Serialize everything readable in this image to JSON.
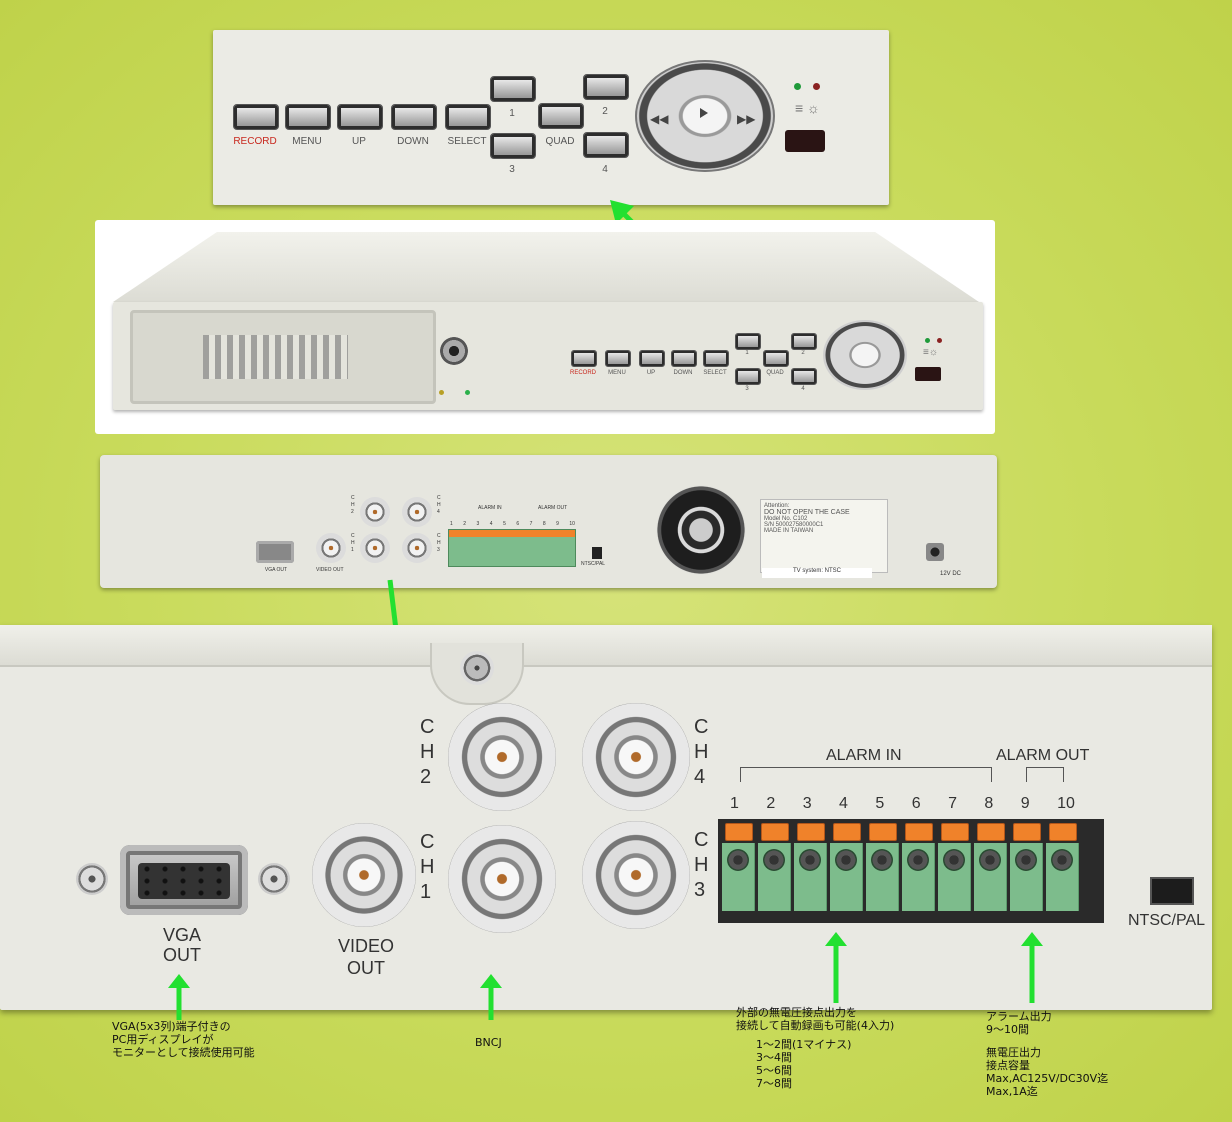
{
  "front_panel": {
    "buttons": [
      "RECORD",
      "MENU",
      "UP",
      "DOWN",
      "SELECT",
      "QUAD"
    ],
    "channel_numbers": [
      "1",
      "2",
      "3",
      "4"
    ]
  },
  "angled_view": {
    "buttons": [
      "RECORD",
      "MENU",
      "UP",
      "DOWN",
      "SELECT",
      "QUAD"
    ],
    "channel_numbers": [
      "1",
      "2",
      "3",
      "4"
    ]
  },
  "rear_panel": {
    "ch_labels": [
      [
        "C",
        "H",
        "2"
      ],
      [
        "C",
        "H",
        "4"
      ],
      [
        "C",
        "H",
        "1"
      ],
      [
        "C",
        "H",
        "3"
      ]
    ],
    "alarm_in": "ALARM IN",
    "alarm_out": "ALARM OUT",
    "terminal_numbers": [
      "1",
      "2",
      "3",
      "4",
      "5",
      "6",
      "7",
      "8",
      "9",
      "10"
    ],
    "vga_label": "VGA OUT",
    "video_label": "VIDEO OUT",
    "ntsc_label": "NTSC/PAL",
    "sticker_attention": "Attention:",
    "sticker_title": "DO NOT OPEN THE CASE",
    "sticker_model": "Model No. C102",
    "sticker_serial": "S/N 500027580000C1",
    "sticker_made": "MADE IN TAIWAN",
    "tv_system": "TV system: NTSC",
    "power_label": "12V DC"
  },
  "closeup": {
    "ch_labels": {
      "ch2": [
        "C",
        "H",
        "2"
      ],
      "ch4": [
        "C",
        "H",
        "4"
      ],
      "ch1": [
        "C",
        "H",
        "1"
      ],
      "ch3": [
        "C",
        "H",
        "3"
      ]
    },
    "alarm_in": "ALARM IN",
    "alarm_out": "ALARM OUT",
    "terminal_numbers": [
      "1",
      "2",
      "3",
      "4",
      "5",
      "6",
      "7",
      "8",
      "9",
      "10"
    ],
    "vga": [
      "VGA",
      "OUT"
    ],
    "video": [
      "VIDEO",
      "OUT"
    ],
    "ntsc": "NTSC/PAL"
  },
  "annotations": {
    "vga": [
      "VGA(5x3列)端子付きの",
      "PC用ディスプレイが",
      "モニターとして接続使用可能"
    ],
    "bnc": "BNCJ",
    "alarm_in": [
      "外部の無電圧接点出力を",
      "接続して自動録画も可能(4入力)"
    ],
    "alarm_in_pairs": [
      "1～2間(1マイナス)",
      "3～4間",
      "5～6間",
      "7～8間"
    ],
    "alarm_out": [
      "アラーム出力",
      " 9～10間"
    ],
    "alarm_out_spec": [
      "無電圧出力",
      "接点容量",
      "Max,AC125V/DC30V迄",
      "Max,1A迄"
    ]
  },
  "colors": {
    "arrow": "#22e030",
    "chassis": "#e9e9e2",
    "background": "#c9db5c",
    "record_red": "#c8281e",
    "terminal_orange": "#f0822a",
    "terminal_green": "#7dbc8c"
  }
}
